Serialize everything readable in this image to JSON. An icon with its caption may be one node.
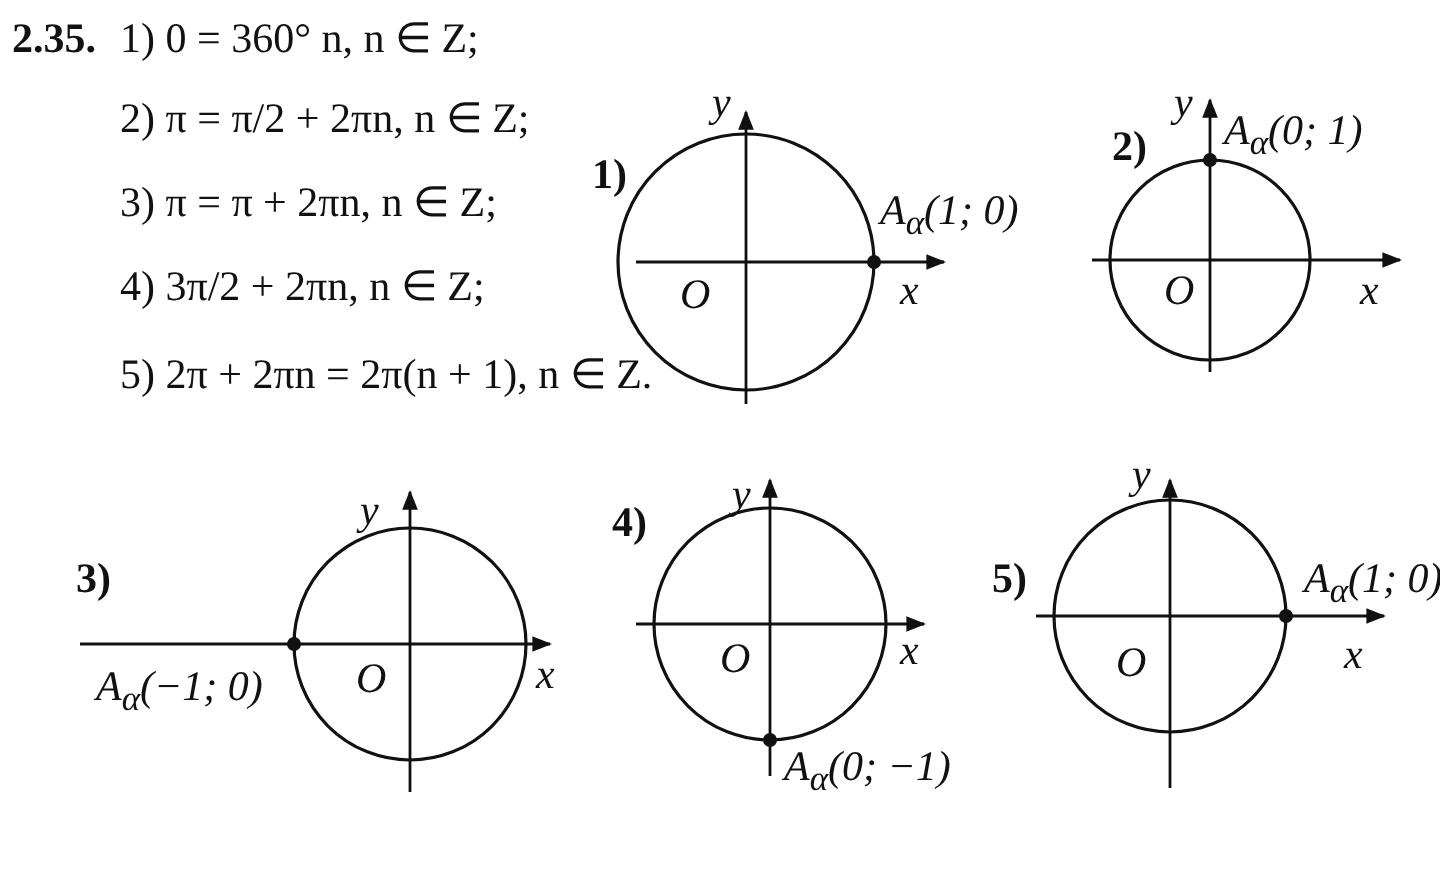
{
  "diagram": {
    "labels": [
      "2.35.",
      "1) 0 = 360° n, n ∈ Z;",
      "2) π = π/2 + 2πn, n ∈ Z;",
      "3) π = π + 2πn, n ∈ Z;",
      "4) 3π/2 + 2πn, n ∈ Z;",
      "5) 2π + 2πn = 2π(n + 1), n ∈ Z.",
      "1)",
      "y",
      "A$_{α}$(1; 0)",
      "O",
      "x",
      "2)",
      "y",
      "A$_{α}$(0; 1)",
      "O",
      "x",
      "3)",
      "y",
      "A$_{α}$(−1; 0)",
      "O",
      "x",
      "4)",
      "y",
      "O",
      "x",
      "A$_{α}$(0; −1)",
      "5)",
      "y",
      "A$_{α}$(1; 0)",
      "O",
      "x"
    ]
  }
}
